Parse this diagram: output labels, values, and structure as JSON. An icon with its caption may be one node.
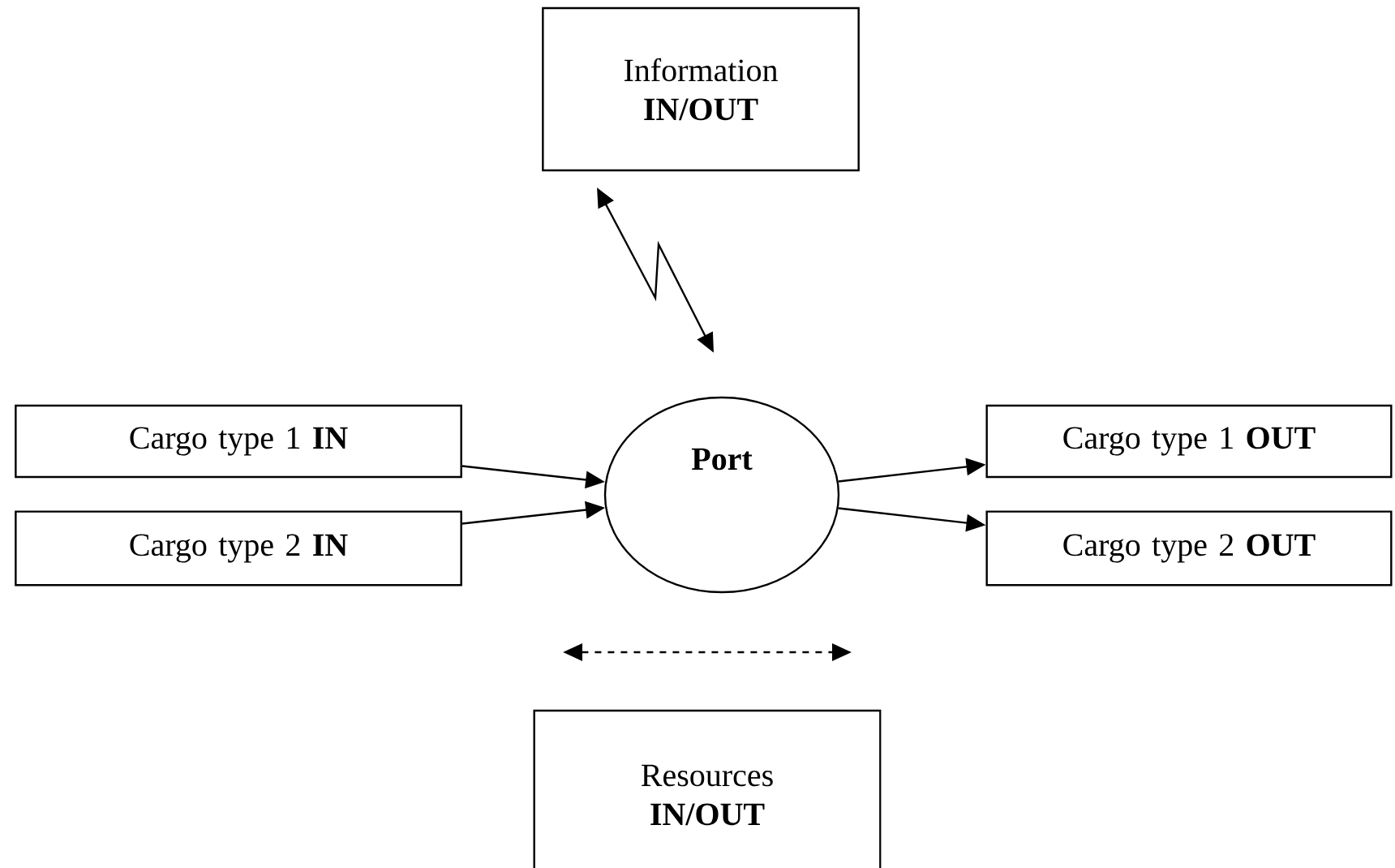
{
  "diagram": {
    "nodes": [
      {
        "text": [
          "Information",
          "IN/OUT"
        ]
      },
      {
        "text": [
          "Cargo type 1 **IN**"
        ]
      },
      {
        "text": [
          "Port"
        ]
      },
      {
        "text": [
          "Cargo type 1 **OUT**"
        ]
      },
      {
        "text": [
          "Cargo type 2 **IN**"
        ]
      },
      {
        "text": [
          "Cargo type 2 **OUT**"
        ]
      },
      {
        "text": [
          "Resources",
          "IN/OUT"
        ]
      }
    ],
    "edges": [
      {
        "from": 0,
        "to": 2,
        "arrow": "both"
      },
      {
        "from": 1,
        "to": 2,
        "arrow": "to"
      },
      {
        "from": 4,
        "to": 2,
        "arrow": "to"
      },
      {
        "from": 2,
        "to": 3,
        "arrow": "to"
      },
      {
        "from": 2,
        "to": 5,
        "arrow": "to"
      }
    ]
  }
}
